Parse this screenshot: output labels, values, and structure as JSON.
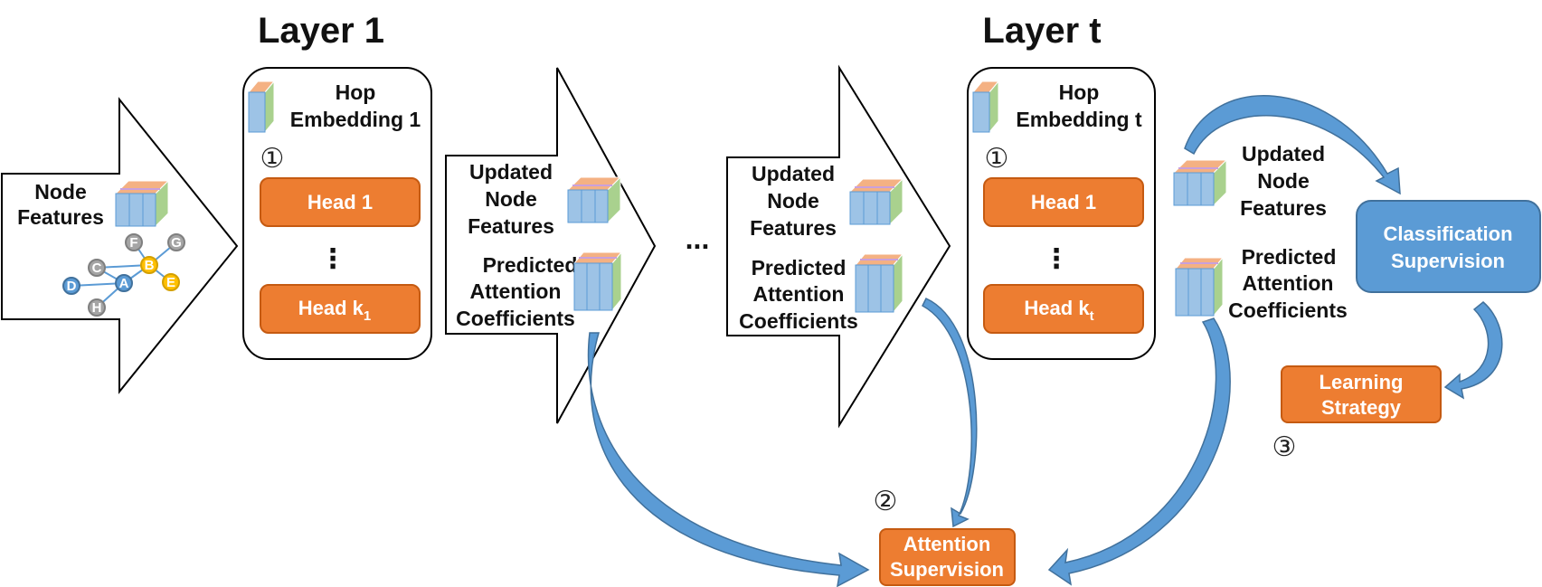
{
  "layer1": {
    "title": "Layer 1",
    "hop_line1": "Hop",
    "hop_line2": "Embedding 1",
    "step": "①",
    "head_first": "Head 1",
    "dots": "⋮",
    "head_last": "Head k",
    "head_last_sub": "1"
  },
  "layert": {
    "title": "Layer t",
    "hop_line1": "Hop",
    "hop_line2": "Embedding t",
    "step": "①",
    "head_first": "Head 1",
    "dots": "⋮",
    "head_last": "Head k",
    "head_last_sub": "t"
  },
  "input": {
    "line1": "Node",
    "line2": "Features",
    "graph_nodes": [
      "F",
      "G",
      "C",
      "B",
      "D",
      "A",
      "E",
      "H"
    ]
  },
  "output1": {
    "updated": [
      "Updated",
      "Node",
      "Features"
    ],
    "predicted": [
      "Predicted",
      "Attention",
      "Coefficients"
    ]
  },
  "outputt_mid": {
    "updated": [
      "Updated",
      "Node",
      "Features"
    ],
    "predicted": [
      "Predicted",
      "Attention",
      "Coefficients"
    ]
  },
  "ellipsis": "...",
  "final": {
    "updated": [
      "Updated",
      "Node",
      "Features"
    ],
    "predicted": [
      "Predicted",
      "Attention",
      "Coefficients"
    ]
  },
  "classification": {
    "line1": "Classification",
    "line2": "Supervision"
  },
  "learning": {
    "line1": "Learning",
    "line2": "Strategy",
    "step": "③"
  },
  "attention": {
    "line1": "Attention",
    "line2": "Supervision",
    "step": "②"
  },
  "colors": {
    "orange": "#ED7D31",
    "orange_border": "#C55A11",
    "blue": "#5B9BD5",
    "blue_dark": "#41719C",
    "graph_blue": "#5B9BD5",
    "graph_yellow": "#FFC000",
    "graph_gray": "#A5A5A5"
  }
}
